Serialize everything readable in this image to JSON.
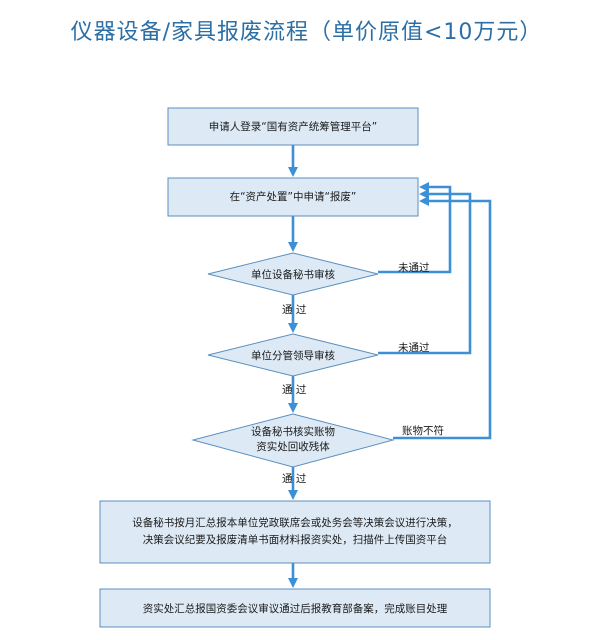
{
  "title": "仪器设备/家具报废流程（单价原值<10万元）",
  "steps": {
    "login": "申请人登录“国有资产统筹管理平台”",
    "apply": "在“资产处置”中申请“报废”",
    "review1": "单位设备秘书审核",
    "review2": "单位分管领导审核",
    "verify_line1": "设备秘书核实账物",
    "verify_line2": "资实处回收残体",
    "report_line1": "设备秘书按月汇总报本单位党政联席会或处务会等决策会议进行决策，",
    "report_line2": "决策会议纪要及报废清单书面材料报资实处，扫描件上传国资平台",
    "final": "资实处汇总报国资委会议审议通过后报教育部备案，完成账目处理"
  },
  "edges": {
    "pass1": "通 过",
    "pass2": "通 过",
    "pass3": "通 过",
    "fail1": "未通过",
    "fail2": "未通过",
    "mismatch": "账物不符"
  },
  "colors": {
    "title": "#2b6fa6",
    "box_fill": "#ddeaf5",
    "box_stroke": "#5b8fbf",
    "arrow": "#3d8fd6"
  }
}
